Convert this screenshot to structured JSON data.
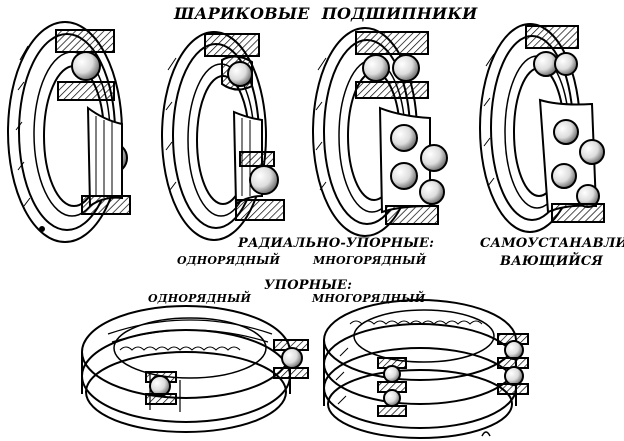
{
  "title": {
    "word1": "ШАРИКОВЫЕ",
    "word2": "ПОДШИПНИКИ"
  },
  "labels": {
    "radial_thrust": "РАДИАЛЬНО-УПОРНЫЕ:",
    "single_row_1": "ОДНОРЯДНЫЙ",
    "multi_row_1": "МНОГОРЯДНЫЙ",
    "self_aligning_line1": "САМОУСТАНАВЛИ-",
    "self_aligning_line2": "ВАЮЩИЙСЯ",
    "thrust": "УПОРНЫЕ:",
    "single_row_2": "ОДНОРЯДНЫЙ",
    "multi_row_2": "МНОГОРЯДНЫЙ"
  },
  "colors": {
    "ink": "#000000",
    "paper": "#ffffff"
  }
}
